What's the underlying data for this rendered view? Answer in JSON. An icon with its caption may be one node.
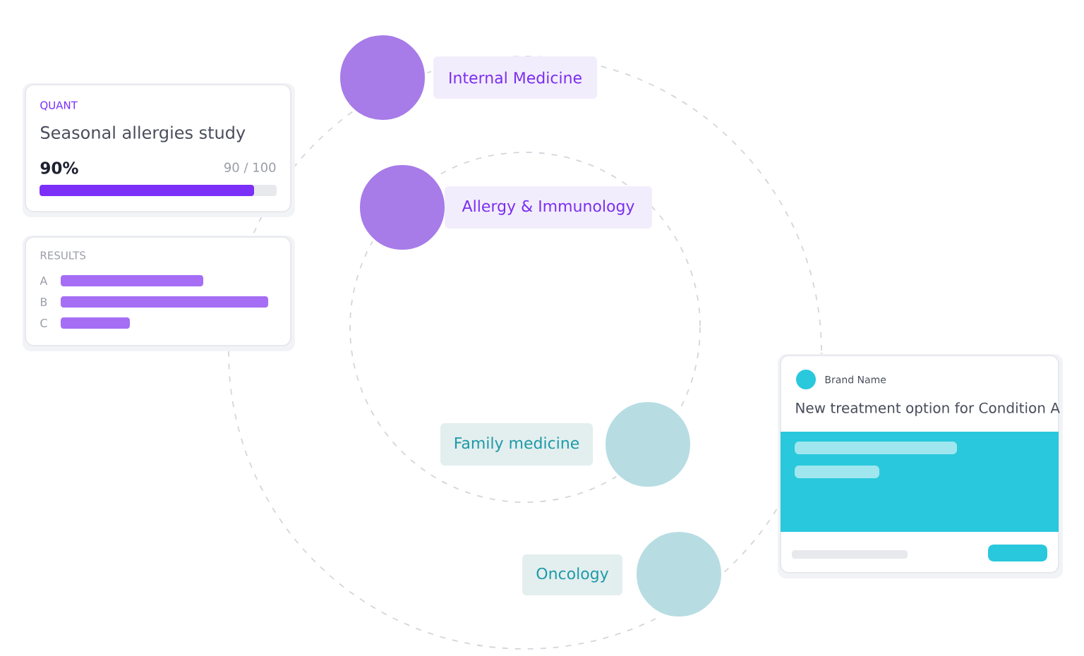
{
  "diagram": {
    "nodes": [
      {
        "text": [
          "QUANT",
          "Seasonal allergies study",
          "90%",
          "90 / 100"
        ]
      },
      {
        "text": [
          "RESULTS",
          "A",
          "B",
          "C"
        ]
      },
      {
        "text": [],
        "shape": "circle"
      },
      {
        "text": [
          "Internal Medicine"
        ]
      },
      {
        "text": [],
        "shape": "circle"
      },
      {
        "text": [
          "Allergy & Immunology"
        ]
      },
      {
        "text": [
          "Family medicine"
        ]
      },
      {
        "text": [],
        "shape": "circle"
      },
      {
        "text": [
          "Oncology"
        ]
      },
      {
        "text": [],
        "shape": "circle"
      },
      {
        "text": [
          "Brand Name",
          "New treatment option for Condition A"
        ]
      }
    ]
  }
}
